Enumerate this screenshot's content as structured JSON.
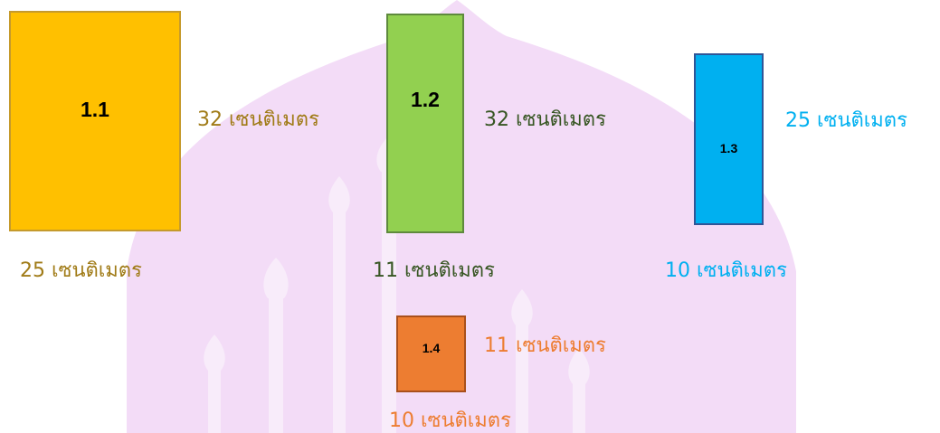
{
  "colors": {
    "background": "#ffffff",
    "watermark": "#f3dcf7",
    "watermark_shape": "#f8ecfa",
    "gold": "#ffc000",
    "green": "#92d050",
    "blue": "#00b0f0",
    "orange": "#ed7d31",
    "gold_text": "#a07b17",
    "green_text": "#375623",
    "blue_text": "#00b0f0",
    "orange_text": "#ed7d31"
  },
  "watermark": {
    "icon": "temple-silhouette-icon"
  },
  "rectangles": [
    {
      "id": "1.1",
      "label": "1.1",
      "color_key": "gold",
      "width_label": "25 เซนติเมตร",
      "height_label": "32 เซนติเมตร",
      "text_color_key": "gold_text"
    },
    {
      "id": "1.2",
      "label": "1.2",
      "color_key": "green",
      "width_label": "11 เซนติเมตร",
      "height_label": "32 เซนติเมตร",
      "text_color_key": "green_text"
    },
    {
      "id": "1.3",
      "label": "1.3",
      "color_key": "blue",
      "width_label": "10 เซนติเมตร",
      "height_label": "25 เซนติเมตร",
      "text_color_key": "blue_text"
    },
    {
      "id": "1.4",
      "label": "1.4",
      "color_key": "orange",
      "width_label": "10  เซนติเมตร",
      "height_label": "11 เซนติเมตร",
      "text_color_key": "orange_text"
    }
  ]
}
